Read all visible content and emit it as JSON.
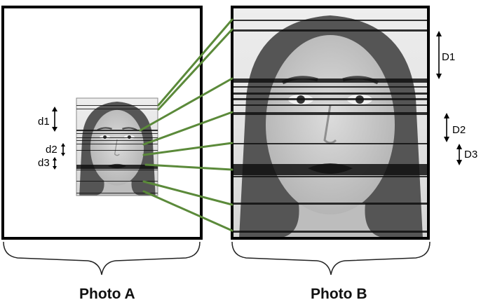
{
  "photo_a": {
    "caption": "Photo A",
    "labels": {
      "d1": "d1",
      "d2": "d2",
      "d3": "d3"
    }
  },
  "photo_b": {
    "caption": "Photo B",
    "labels": {
      "D1": "D1",
      "D2": "D2",
      "D3": "D3"
    }
  },
  "colors": {
    "frame": "#000000",
    "connector": "#5b8a3a",
    "photo_light": "#ececec",
    "photo_mid": "#9a9a9a",
    "hair": "#4a4a4a",
    "skin": "#c9c9c9",
    "stripe": "#111111"
  }
}
